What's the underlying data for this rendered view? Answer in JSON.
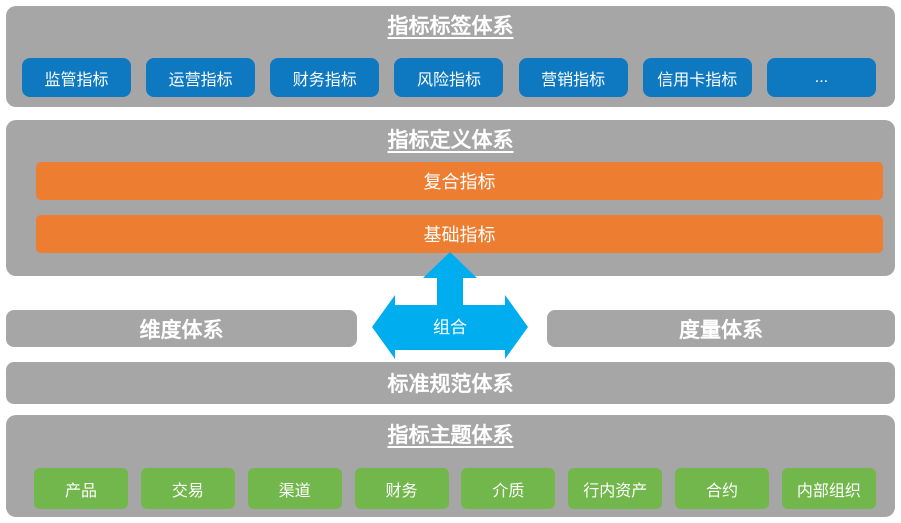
{
  "colors": {
    "panel": "#A6A6A6",
    "blue": "#0E79C0",
    "orange": "#ED7D31",
    "green": "#71B74B",
    "arrow": "#00AEEF"
  },
  "tag_system": {
    "title": "指标标签体系",
    "buttons": [
      "监管指标",
      "运营指标",
      "财务指标",
      "风险指标",
      "营销指标",
      "信用卡指标",
      "..."
    ]
  },
  "definition_system": {
    "title": "指标定义体系",
    "bars": [
      "复合指标",
      "基础指标"
    ]
  },
  "middle": {
    "left_box": "维度体系",
    "right_box": "度量体系",
    "arrow_label": "组合"
  },
  "standard_system": {
    "title": "标准规范体系"
  },
  "theme_system": {
    "title": "指标主题体系",
    "buttons": [
      "产品",
      "交易",
      "渠道",
      "财务",
      "介质",
      "行内资产",
      "合约",
      "内部组织"
    ]
  }
}
